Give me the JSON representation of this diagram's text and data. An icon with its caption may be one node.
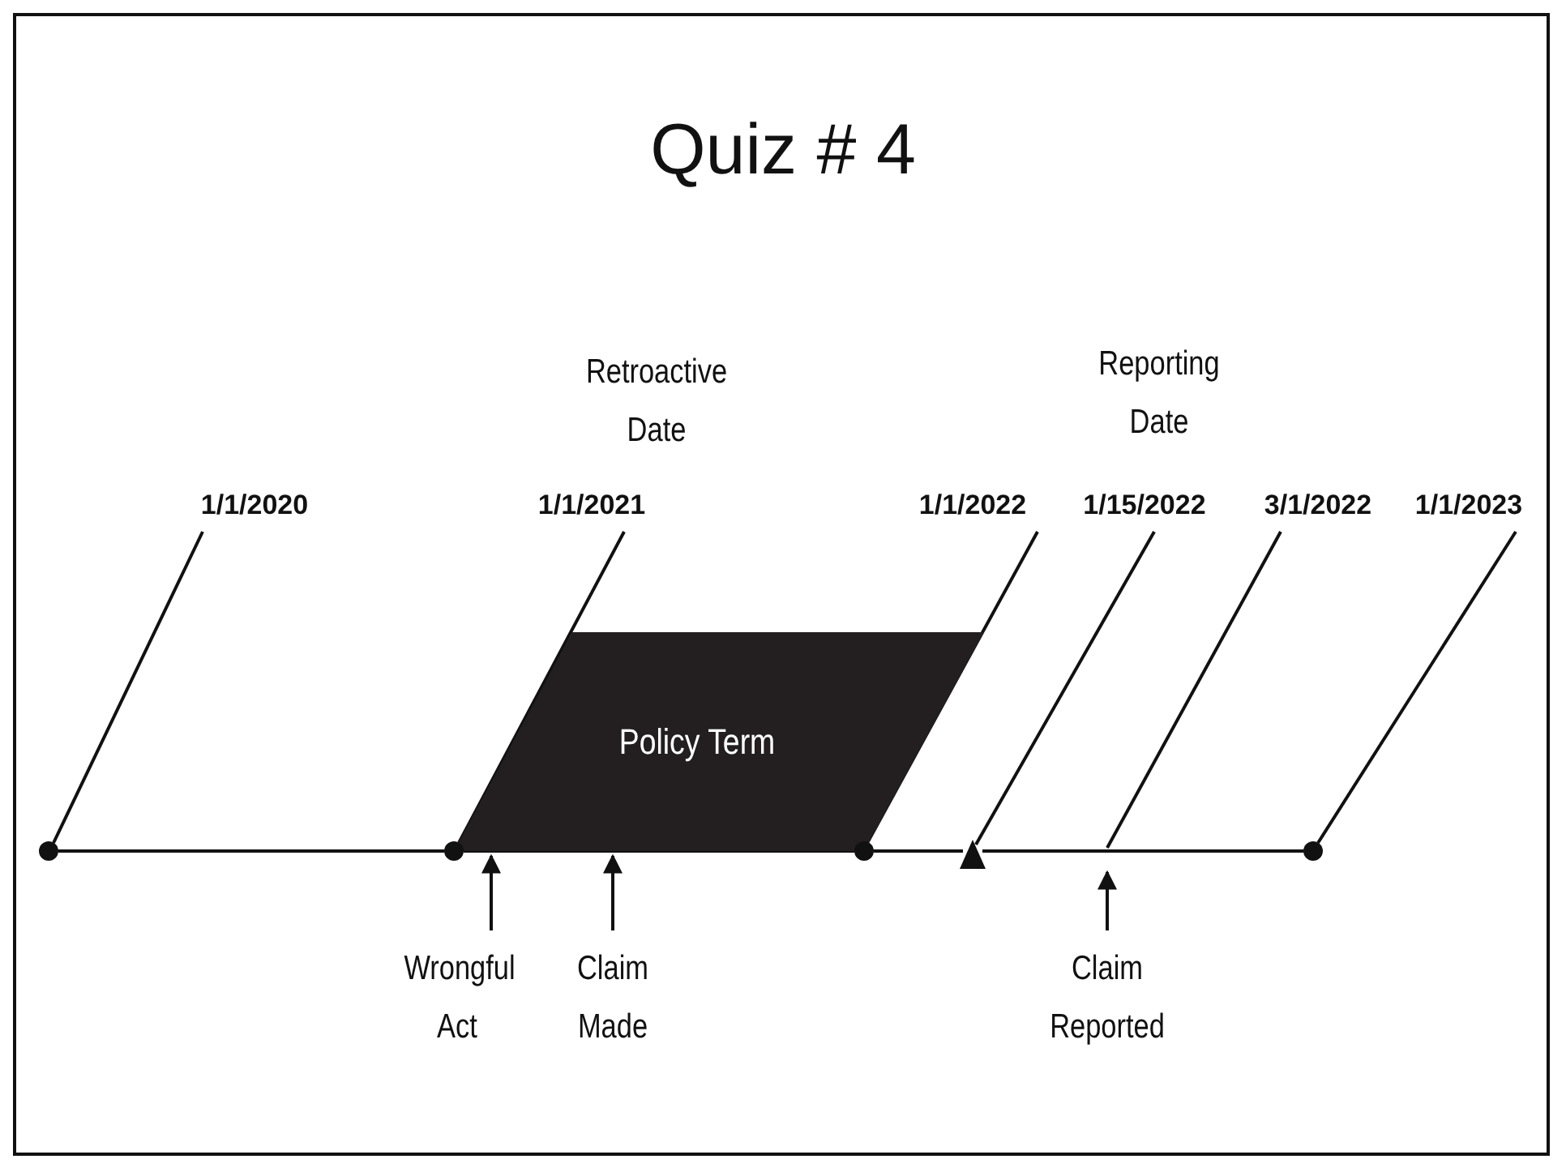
{
  "diagram": {
    "title": "Quiz # 4",
    "nodes": [
      {
        "text": [
          "1/1/2020"
        ]
      },
      {
        "text": [
          "1/1/2021"
        ]
      },
      {
        "text": [
          "1/1/2022"
        ]
      },
      {
        "text": [
          "1/15/2022"
        ]
      },
      {
        "text": [
          "3/1/2022"
        ]
      },
      {
        "text": [
          "1/1/2023"
        ]
      },
      {
        "text": [
          "Policy Term"
        ]
      },
      {
        "text": [],
        "shape": "circle"
      },
      {
        "text": [],
        "shape": "circle"
      },
      {
        "text": [],
        "shape": "circle"
      },
      {
        "text": [],
        "shape": "triangle"
      },
      {
        "text": [],
        "shape": "circle"
      },
      {
        "text": [
          "Wrongful Act"
        ]
      },
      {
        "text": [
          "Claim Made"
        ]
      },
      {
        "text": [
          "Claim Reported"
        ]
      }
    ],
    "edges": [
      {
        "from": 0,
        "to": 7,
        "arrow": "none"
      },
      {
        "from": 1,
        "to": 8,
        "arrow": "none"
      },
      {
        "from": 2,
        "to": 9,
        "arrow": "none"
      },
      {
        "from": 3,
        "to": 10,
        "arrow": "none"
      },
      {
        "from": 4,
        "to": null,
        "arrow": "none"
      },
      {
        "from": 5,
        "to": 11,
        "arrow": "none"
      },
      {
        "from": 12,
        "to": 6,
        "arrow": "to"
      },
      {
        "from": 13,
        "to": 6,
        "arrow": "to"
      },
      {
        "from": 14,
        "to": null,
        "arrow": "to"
      },
      {
        "from": 7,
        "to": 8,
        "arrow": "none"
      },
      {
        "from": 8,
        "to": 9,
        "arrow": "none"
      },
      {
        "from": 9,
        "to": 10,
        "arrow": "none"
      },
      {
        "from": 10,
        "to": 11,
        "arrow": "none"
      }
    ],
    "labels": [
      "Retroactive Date",
      "Reporting Date"
    ]
  }
}
